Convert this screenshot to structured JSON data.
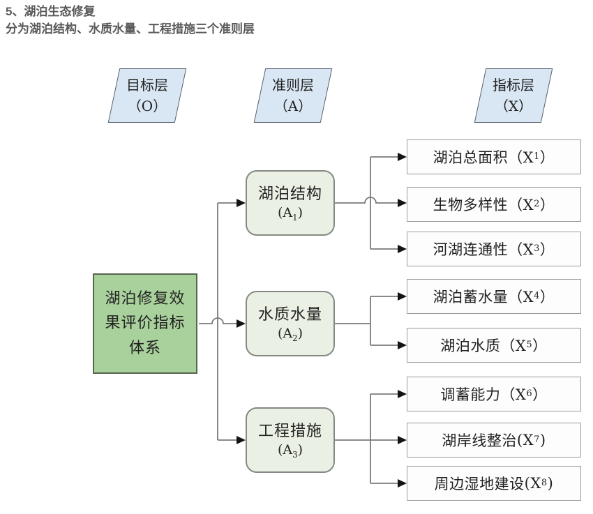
{
  "page": {
    "title": "5、湖泊生态修复",
    "subtitle": "分为湖泊结构、水质水量、工程措施三个准则层"
  },
  "layers": [
    {
      "name": "目标层",
      "code": "（O）"
    },
    {
      "name": "准则层",
      "code": "（A）"
    },
    {
      "name": "指标层",
      "code": "（X）"
    }
  ],
  "goal": {
    "label": "湖泊修复效果评价指标体系"
  },
  "criteria": [
    {
      "name": "湖泊结构",
      "open": "(A",
      "sub": "1",
      "close": ")"
    },
    {
      "name": "水质水量",
      "open": "(A",
      "sub": "2",
      "close": ")"
    },
    {
      "name": "工程措施",
      "open": "(A",
      "sub": "3",
      "close": ")"
    }
  ],
  "indicators": [
    {
      "name": "湖泊总面积",
      "open": "（X",
      "sub": "1",
      "close": "）"
    },
    {
      "name": "生物多样性",
      "open": "（X",
      "sub": "2",
      "close": "）"
    },
    {
      "name": "河湖连通性",
      "open": "（X",
      "sub": "3",
      "close": "）"
    },
    {
      "name": "湖泊蓄水量",
      "open": "（X",
      "sub": "4",
      "close": "）"
    },
    {
      "name": "湖泊水质",
      "open": "（X",
      "sub": "5",
      "close": "）"
    },
    {
      "name": "调蓄能力",
      "open": "（X",
      "sub": "6",
      "close": "）"
    },
    {
      "name": "湖岸线整治",
      "open": "(X",
      "sub": "7",
      "close": ")"
    },
    {
      "name": "周边湿地建设",
      "open": "(X",
      "sub": "8",
      "close": ")"
    }
  ],
  "colors": {
    "title-color": "#595959",
    "layer-fill": "#d9e7f4",
    "layer-border": "#55606b",
    "goal-fill": "#a9d19c",
    "goal-border": "#55664d",
    "criteria-fill": "#eaf0e3",
    "criteria-border": "#838a83",
    "indicator-fill": "#fdfdfd",
    "indicator-border": "#9a9a9a",
    "wire-color": "#7a7a7a",
    "arrow-color": "#141414"
  }
}
